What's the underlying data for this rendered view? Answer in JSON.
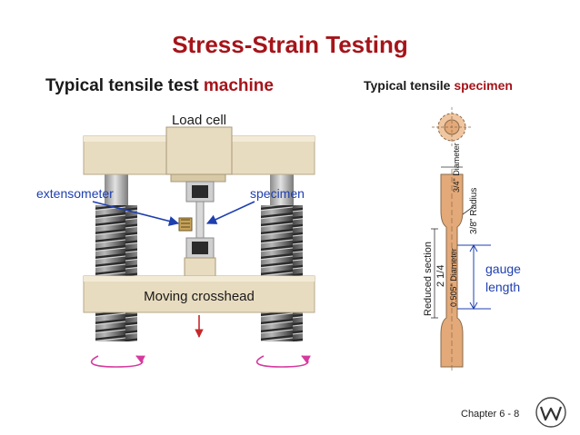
{
  "slide": {
    "title": "Stress-Strain Testing",
    "subtitle_left_prefix": "Typical tensile test ",
    "subtitle_left_highlight": "machine",
    "subtitle_right_prefix": "Typical tensile ",
    "subtitle_right_highlight": "specimen",
    "footer_chapter": "Chapter 6 -",
    "footer_page": "8"
  },
  "machine": {
    "load_cell_label": "Load cell",
    "crosshead_label": "Moving crosshead",
    "extensometer_label": "extensometer",
    "specimen_label": "specimen"
  },
  "specimen_dims": {
    "diameter_fraction_num": "3",
    "diameter_fraction_den": "4",
    "diameter_label": "\" Diameter",
    "radius_fraction_num": "3",
    "radius_fraction_den": "8",
    "radius_label": "\" Radius",
    "reduced_section_label": "Reduced section",
    "reduced_section_value": "2",
    "reduced_section_fraction": "1",
    "reduced_section_fraction_den": "4",
    "reduced_diameter_label": "0.505\" Diameter",
    "gauge_line1": "gauge",
    "gauge_line2": "length"
  },
  "colors": {
    "accent_red": "#a5141a",
    "label_blue": "#1e3fb0",
    "frame_beige": "#e8dcc0",
    "specimen_orange": "#e3a978"
  }
}
